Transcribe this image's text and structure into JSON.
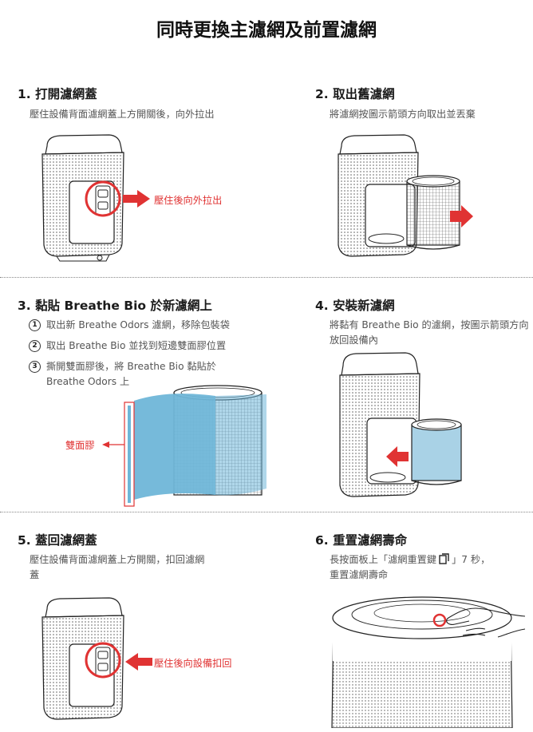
{
  "title": "同時更換主濾網及前置濾網",
  "steps": [
    {
      "title": "1. 打開濾網蓋",
      "desc": "壓住設備背面濾網蓋上方開關後，向外拉出",
      "callout": "壓住後向外拉出"
    },
    {
      "title": "2. 取出舊濾網",
      "desc": "將濾網按圖示箭頭方向取出並丟棄"
    },
    {
      "title": "3. 黏貼 Breathe Bio 於新濾網上",
      "items": [
        {
          "num": "1",
          "text": "取出新 Breathe Odors 濾網，移除包裝袋"
        },
        {
          "num": "2",
          "text": "取出 Breathe Bio 並找到短邊雙面膠位置"
        },
        {
          "num": "3",
          "text": "撕開雙面膠後，將 Breathe Bio 黏貼於 Breathe Odors 上"
        }
      ],
      "callout": "雙面膠"
    },
    {
      "title": "4. 安裝新濾網",
      "desc": "將黏有 Breathe Bio 的濾網，按圖示箭頭方向放回設備內"
    },
    {
      "title": "5. 蓋回濾網蓋",
      "desc": "壓住設備背面濾網蓋上方開關，扣回濾網蓋",
      "callout": "壓住後向設備扣回"
    },
    {
      "title": "6. 重置濾網壽命",
      "desc_a": "長按面板上「濾網重置鍵",
      "desc_b": "」7 秒，",
      "desc_c": "重置濾網壽命"
    }
  ],
  "colors": {
    "accent": "#e03333",
    "filter_blue": "#a9d2e6",
    "bio_blue": "#6fb6d8"
  },
  "icons": {
    "reset_key": "filter-reset-icon"
  }
}
